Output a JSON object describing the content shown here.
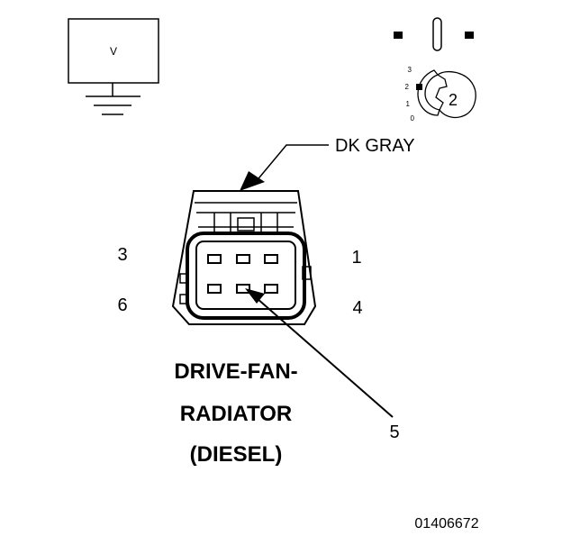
{
  "symbol": {
    "voltage_label": "V"
  },
  "key": {
    "positions": [
      "3",
      "2",
      "1",
      "0"
    ],
    "key_number": "2"
  },
  "connector": {
    "wire_color": "DK GRAY",
    "pins": {
      "pin1": "1",
      "pin3": "3",
      "pin4": "4",
      "pin5": "5",
      "pin6": "6"
    },
    "name_lines": [
      "DRIVE-FAN-",
      "RADIATOR",
      "(DIESEL)"
    ]
  },
  "figure_id": "01406672"
}
